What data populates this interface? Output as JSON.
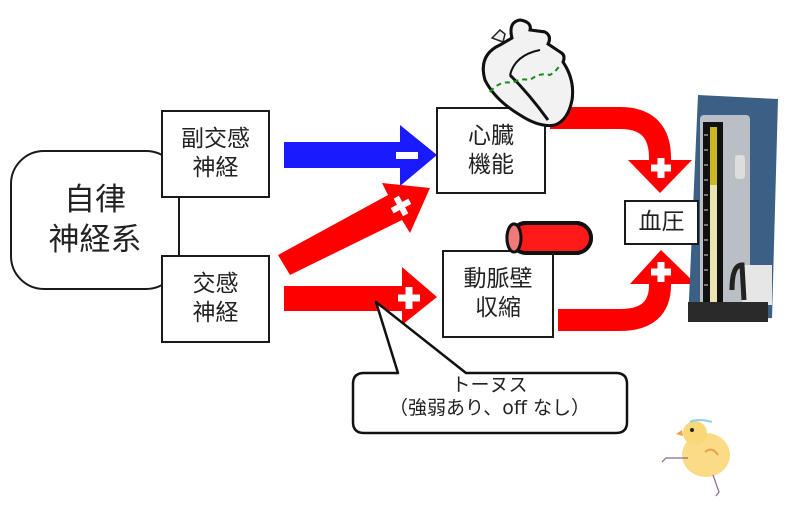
{
  "nodes": {
    "root": "自律\n神経系",
    "parasympathetic": "副交感\n神経",
    "sympathetic": "交感\n神経",
    "heart_function": "心臓\n機能",
    "artery_contraction": "動脈壁\n収縮",
    "blood_pressure": "血圧"
  },
  "edges": [
    {
      "from": "parasympathetic",
      "to": "heart_function",
      "sign": "−",
      "color": "#1a1aff"
    },
    {
      "from": "sympathetic",
      "to": "heart_function",
      "sign": "+",
      "color": "#ff0000"
    },
    {
      "from": "sympathetic",
      "to": "artery_contraction",
      "sign": "+",
      "color": "#ff0000"
    },
    {
      "from": "heart_function",
      "to": "blood_pressure",
      "sign": "+",
      "color": "#ff0000"
    },
    {
      "from": "artery_contraction",
      "to": "blood_pressure",
      "sign": "+",
      "color": "#ff0000"
    }
  ],
  "callout": {
    "line1": "トーヌス",
    "line2": "（強弱あり、off なし）"
  },
  "images": {
    "heart": "heart-illustration",
    "artery": "artery-tube-illustration",
    "sphygmomanometer": "mercury-sphygmomanometer-photo",
    "chick": "chick-drawing"
  }
}
